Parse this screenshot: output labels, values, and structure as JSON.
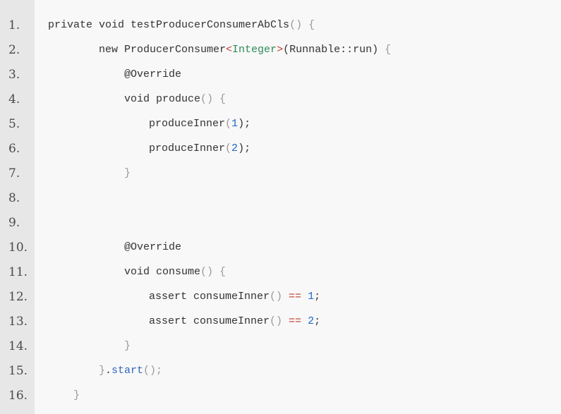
{
  "colors": {
    "background": "#f8f8f8",
    "gutter": "#e7e7e7",
    "text": "#333333",
    "punctuation": "#999999",
    "type": "#2e8b57",
    "operator": "#c0392b",
    "number": "#1a66cc",
    "method": "#3366bb"
  },
  "line_numbers": [
    "1.",
    "2.",
    "3.",
    "4.",
    "5.",
    "6.",
    "7.",
    "8.",
    "9.",
    "10.",
    "11.",
    "12.",
    "13.",
    "14.",
    "15.",
    "16."
  ],
  "lines": [
    [
      {
        "t": "private void testProducerConsumerAbCls",
        "c": "plain"
      },
      {
        "t": "() {",
        "c": "punct"
      }
    ],
    [
      {
        "t": "new ProducerConsumer",
        "c": "plain"
      },
      {
        "t": "<",
        "c": "op"
      },
      {
        "t": "Integer",
        "c": "type"
      },
      {
        "t": ">",
        "c": "op"
      },
      {
        "t": "(Runnable::run) ",
        "c": "plain"
      },
      {
        "t": "{",
        "c": "punct"
      }
    ],
    [
      {
        "t": "@Override",
        "c": "plain"
      }
    ],
    [
      {
        "t": "void produce",
        "c": "plain"
      },
      {
        "t": "() {",
        "c": "punct"
      }
    ],
    [
      {
        "t": "produceInner",
        "c": "plain"
      },
      {
        "t": "(",
        "c": "punct"
      },
      {
        "t": "1",
        "c": "num"
      },
      {
        "t": ");",
        "c": "plain"
      }
    ],
    [
      {
        "t": "produceInner",
        "c": "plain"
      },
      {
        "t": "(",
        "c": "punct"
      },
      {
        "t": "2",
        "c": "num"
      },
      {
        "t": ");",
        "c": "plain"
      }
    ],
    [
      {
        "t": "}",
        "c": "punct"
      }
    ],
    [],
    [],
    [
      {
        "t": "@Override",
        "c": "plain"
      }
    ],
    [
      {
        "t": "void consume",
        "c": "plain"
      },
      {
        "t": "() {",
        "c": "punct"
      }
    ],
    [
      {
        "t": "assert consumeInner",
        "c": "plain"
      },
      {
        "t": "() ",
        "c": "punct"
      },
      {
        "t": "==",
        "c": "op"
      },
      {
        "t": " ",
        "c": "plain"
      },
      {
        "t": "1",
        "c": "num"
      },
      {
        "t": ";",
        "c": "plain"
      }
    ],
    [
      {
        "t": "assert consumeInner",
        "c": "plain"
      },
      {
        "t": "() ",
        "c": "punct"
      },
      {
        "t": "==",
        "c": "op"
      },
      {
        "t": " ",
        "c": "plain"
      },
      {
        "t": "2",
        "c": "num"
      },
      {
        "t": ";",
        "c": "plain"
      }
    ],
    [
      {
        "t": "}",
        "c": "punct"
      }
    ],
    [
      {
        "t": "}",
        "c": "punct"
      },
      {
        "t": ".",
        "c": "plain"
      },
      {
        "t": "start",
        "c": "fn"
      },
      {
        "t": "();",
        "c": "punct"
      }
    ],
    [
      {
        "t": "}",
        "c": "punct"
      }
    ]
  ]
}
